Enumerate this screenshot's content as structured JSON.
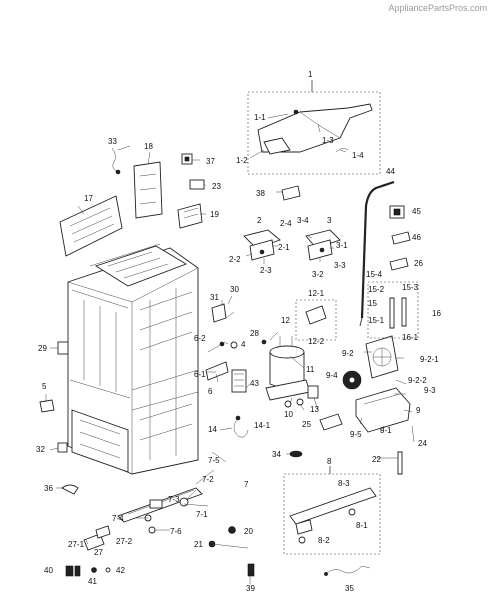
{
  "watermark": "AppliancePartsPros.com",
  "callouts": [
    "1",
    "1-1",
    "1-2",
    "1-3",
    "1-4",
    "2",
    "2-1",
    "2-2",
    "2-3",
    "2-4",
    "3",
    "3-1",
    "3-2",
    "3-3",
    "3-4",
    "4",
    "5",
    "6",
    "6-1",
    "6-2",
    "7",
    "7-1",
    "7-2",
    "7-3",
    "7-4",
    "7-5",
    "7-6",
    "8",
    "8-1",
    "8-2",
    "8-3",
    "9",
    "9-1",
    "9-2",
    "9-2-1",
    "9-2-2",
    "9-3",
    "9-4",
    "9-5",
    "10",
    "11",
    "12",
    "12-1",
    "12-2",
    "13",
    "14",
    "14-1",
    "15",
    "15-1",
    "15-2",
    "15-3",
    "15-4",
    "16",
    "16-1",
    "17",
    "18",
    "19",
    "20",
    "21",
    "22",
    "23",
    "24",
    "25",
    "26",
    "27",
    "27-1",
    "27-2",
    "28",
    "29",
    "30",
    "31",
    "32",
    "33",
    "34",
    "35",
    "36",
    "37",
    "38",
    "39",
    "40",
    "41",
    "42",
    "43",
    "44",
    "45",
    "46"
  ]
}
